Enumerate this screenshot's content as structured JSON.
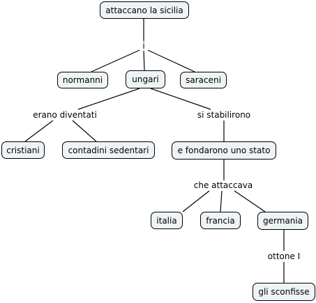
{
  "concepts": {
    "root": "attaccano la sicilia",
    "normanni": "normanni",
    "ungari": "ungari",
    "saraceni": "saraceni",
    "cristiani": "cristiani",
    "contadini": "contadini sedentari",
    "stato": "e fondarono uno stato",
    "italia": "italia",
    "francia": "francia",
    "germania": "germania",
    "sconfisse": "gli sconfisse"
  },
  "links": {
    "i": "i",
    "erano_diventati": "erano diventati",
    "si_stabilirono": "si stabilirono",
    "che_attaccava": "che attaccava",
    "ottone": "ottone I"
  },
  "colors": {
    "node_fill": "#eef3f5",
    "node_border": "#000000",
    "line": "#000000"
  }
}
